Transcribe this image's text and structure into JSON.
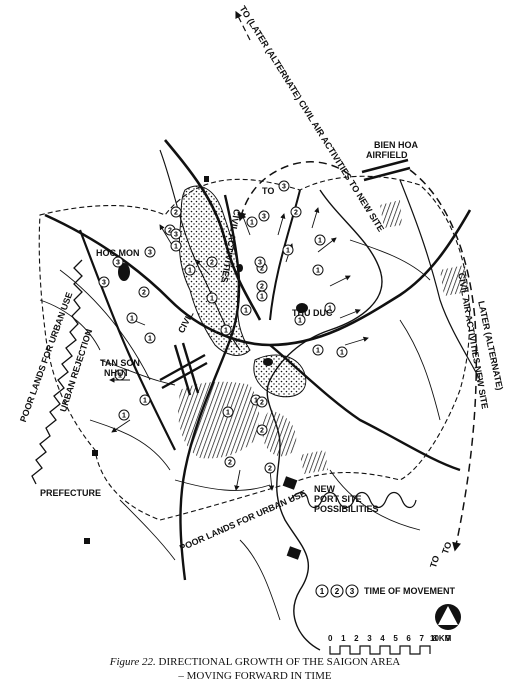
{
  "labels": {
    "top_route": "TO (LATER (ALTERNATE) CIVIL AIR ACTIVITIES TO NEW SITE",
    "bien_hoa": "BIEN HOA",
    "airfield": "AIRFIELD",
    "to_top": "TO",
    "hoc_mon": "HOC MON",
    "civil_activities": "CIVIL ACTIVITIES",
    "civil": "CIVIL",
    "tan_son": "TAN SON",
    "nhut": "NHUT",
    "thu_duc": "THU DUC",
    "poor_lands_left": "POOR LANDS FOR URBAN USE",
    "urban_rejection": "URBAN REJECTION",
    "later_alternate": "LATER (ALTERNATE)",
    "civil_air_new_site": "CIVIL AIR ACTIVITIES NEW SITE",
    "to_right": "TO",
    "prefecture": "PREFECTURE",
    "poor_lands_bottom": "POOR LANDS FOR URBAN USE",
    "new_port": "NEW",
    "port_site": "PORT SITE",
    "possibilities": "POSSIBILITIES",
    "to_bottom": "TO"
  },
  "legend": {
    "symbols": [
      "1",
      "2",
      "3"
    ],
    "text": "TIME OF MOVEMENT"
  },
  "scale": {
    "numbers": "0 1 2 3 4 5 6 7 8 9",
    "unit": "10KM"
  },
  "caption": {
    "figure": "Figure 22.",
    "title": "DIRECTIONAL GROWTH OF THE SAIGON AREA",
    "subtitle": "– MOVING FORWARD IN TIME"
  },
  "markers": {
    "time_labels": [
      "1",
      "1",
      "1",
      "1",
      "1",
      "1",
      "1",
      "1",
      "1",
      "1",
      "1",
      "1",
      "1",
      "1",
      "1",
      "1",
      "1",
      "1",
      "1",
      "1",
      "1",
      "2",
      "2",
      "2",
      "2",
      "2",
      "2",
      "2",
      "2",
      "2",
      "2",
      "2",
      "3",
      "3",
      "3",
      "3",
      "3",
      "3",
      "3"
    ]
  },
  "colors": {
    "ink": "#111111",
    "paper": "#ffffff"
  }
}
